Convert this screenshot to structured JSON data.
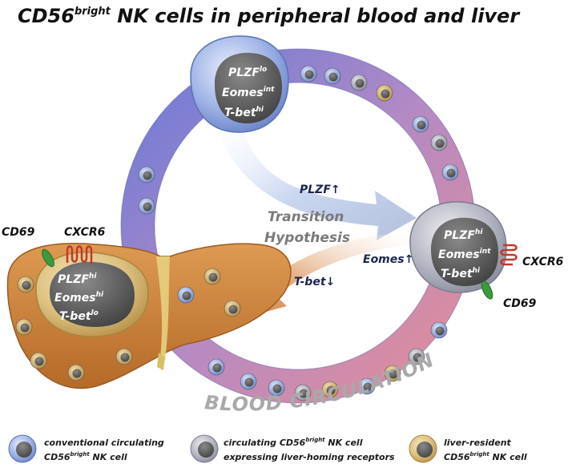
{
  "title": {
    "main": "CD56",
    "sup": "bright",
    "rest": " NK cells in peripheral blood and liver"
  },
  "circulation_label": "BLOOD CIRCULATION",
  "transition": {
    "line1": "Transition",
    "line2": "Hypothesis"
  },
  "arrows": {
    "plzf_up": "PLZF↑",
    "eomes_up": "Eomes↑",
    "tbet_down": "T-bet↓"
  },
  "cells": {
    "top": {
      "l1": "PLZF",
      "l1sup": "lo",
      "l2": "Eomes",
      "l2sup": "int",
      "l3": "T-bet",
      "l3sup": "hi"
    },
    "right": {
      "l1": "PLZF",
      "l1sup": "hi",
      "l2": "Eomes",
      "l2sup": "int",
      "l3": "T-bet",
      "l3sup": "hi"
    },
    "liver": {
      "l1": "PLZF",
      "l1sup": "hi",
      "l2": "Eomes",
      "l2sup": "hi",
      "l3": "T-bet",
      "l3sup": "lo"
    }
  },
  "receptors": {
    "liver_cd69": "CD69",
    "liver_cxcr6": "CXCR6",
    "right_cxcr6": "CXCR6",
    "right_cd69": "CD69"
  },
  "legend": [
    {
      "line1": "conventional circulating",
      "line2a": "CD56",
      "line2sup": "bright",
      "line2b": " NK cell",
      "color": "#8aa4d8"
    },
    {
      "line1a": "circulating CD56",
      "line1sup": "bright",
      "line1b": " NK cell",
      "line2": "expressing liver-homing receptors",
      "color": "#a7a9b8"
    },
    {
      "line1": "liver-resident",
      "line2a": "CD56",
      "line2sup": "bright",
      "line2b": " NK cell",
      "color": "#d8b46a"
    }
  ],
  "colors": {
    "ring_blue": "#6f7fd6",
    "ring_pink": "#e0899a",
    "liver": "#c47a35",
    "liver_light": "#d9934a",
    "arrow_blue": "#b9c9ea",
    "arrow_orange": "#d98a52",
    "cd69_green": "#3c9a3c",
    "cxcr6_red": "#c0392b"
  }
}
